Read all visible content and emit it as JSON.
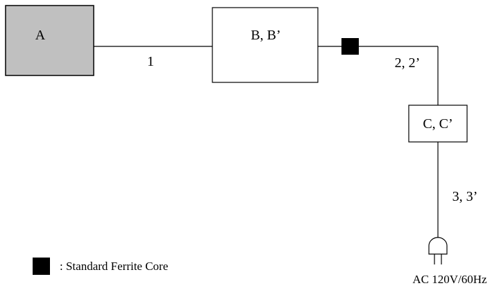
{
  "blocks": {
    "a": {
      "label": "A",
      "fill": "#c0c0c0"
    },
    "b": {
      "label": "B, B’",
      "fill": "#ffffff"
    },
    "c": {
      "label": "C, C’",
      "fill": "#ffffff"
    }
  },
  "cables": {
    "cable1": "1",
    "cable2": "2, 2’",
    "cable3": "3, 3’"
  },
  "power": {
    "label": "AC 120V/60Hz"
  },
  "legend": {
    "text": ": Standard Ferrite Core"
  },
  "colors": {
    "line": "#000000",
    "ferrite": "#000000",
    "block_a": "#c0c0c0"
  }
}
